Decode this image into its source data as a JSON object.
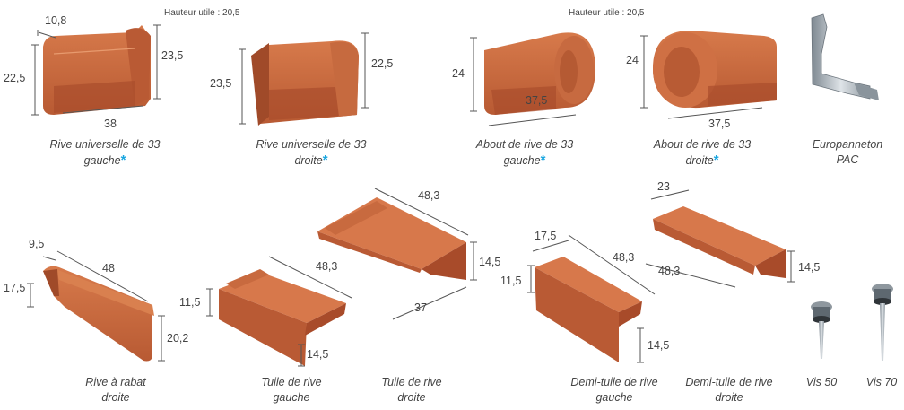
{
  "notes": {
    "useful_height_left": "Hauteur utile : 20,5",
    "useful_height_right": "Hauteur utile : 20,5"
  },
  "products": [
    {
      "id": "rive-univ-gauche",
      "line1": "Rive universelle de 33",
      "line2": "gauche",
      "starred": true,
      "dims": {
        "width_top": "10,8",
        "height_left": "22,5",
        "height_right": "23,5",
        "length": "38"
      }
    },
    {
      "id": "rive-univ-droite",
      "line1": "Rive universelle de 33",
      "line2": "droite",
      "starred": true,
      "dims": {
        "height_left": "23,5",
        "height_right": "22,5"
      }
    },
    {
      "id": "about-gauche",
      "line1": "About de rive de 33",
      "line2": "gauche",
      "starred": true,
      "dims": {
        "height": "24",
        "length": "37,5"
      }
    },
    {
      "id": "about-droite",
      "line1": "About de rive de 33",
      "line2": "droite",
      "starred": true,
      "dims": {
        "height": "24",
        "length": "37,5"
      }
    },
    {
      "id": "europanneton",
      "line1": "Europanneton",
      "line2": "PAC",
      "starred": false
    },
    {
      "id": "rive-rabat",
      "line1": "Rive à rabat",
      "line2": "droite",
      "starred": false,
      "dims": {
        "width_top": "9,5",
        "length": "48",
        "height_left": "17,5",
        "height_right": "20,2"
      }
    },
    {
      "id": "tuile-gauche",
      "line1": "Tuile de rive",
      "line2": "gauche",
      "starred": false,
      "dims": {
        "height_left": "11,5",
        "length": "48,3",
        "flap": "14,5"
      }
    },
    {
      "id": "tuile-droite",
      "line1": "Tuile de rive",
      "line2": "droite",
      "starred": false,
      "dims": {
        "length": "48,3",
        "flap": "14,5",
        "width": "37"
      }
    },
    {
      "id": "demi-gauche",
      "line1": "Demi-tuile de rive",
      "line2": "gauche",
      "starred": false,
      "dims": {
        "width_top": "17,5",
        "height_left": "11,5",
        "length": "48,3",
        "flap": "14,5"
      }
    },
    {
      "id": "demi-droite",
      "line1": "Demi-tuile de rive",
      "line2": "droite",
      "starred": false,
      "dims": {
        "width_top": "23",
        "length": "48,3",
        "flap": "14,5"
      }
    },
    {
      "id": "vis50",
      "line1": "Vis 50",
      "line2": "",
      "starred": false
    },
    {
      "id": "vis70",
      "line1": "Vis 70",
      "line2": "",
      "starred": false
    }
  ],
  "star_symbol": "*",
  "colors": {
    "terracotta": "#c8643a",
    "terracotta_dark": "#9c4526",
    "terracotta_light": "#d9794b",
    "star": "#19a6e0",
    "line": "#555555",
    "metal": "#9aa4ad"
  }
}
